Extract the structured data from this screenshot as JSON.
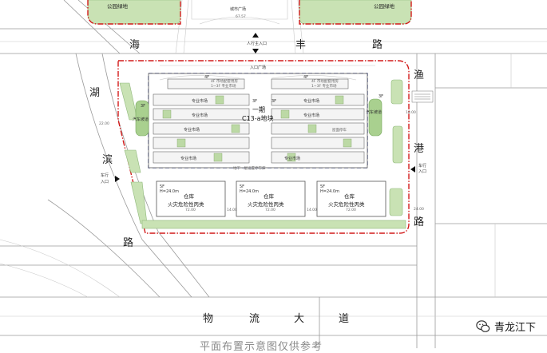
{
  "top": {
    "park_left": "公园绿地",
    "park_right": "公园绿地",
    "plaza": "城市广场",
    "plaza_dim": "67.57"
  },
  "roads": {
    "north": [
      "海",
      "丰",
      "路"
    ],
    "west": [
      "湖",
      "滨",
      "路"
    ],
    "east": [
      "渔",
      "港",
      "路"
    ],
    "south": [
      "物",
      "流",
      "大",
      "道"
    ]
  },
  "entrances": {
    "pedestrian_main": "人行主入口",
    "entry_plaza": "入口广场",
    "vehicle_west": [
      "车行",
      "入口"
    ],
    "vehicle_east": [
      "车行",
      "入口"
    ]
  },
  "site": {
    "block_title": "一期",
    "block_code": "C13-a地块",
    "floor_left": "3F",
    "floor_right": "3F",
    "floor_top_left": "4F",
    "floor_top_right": "4F",
    "note_top_left": [
      "4F  市场配套用房",
      "1~3F  专业市场"
    ],
    "note_top_right": [
      "4F  市场配套用房",
      "1~3F  专业市场"
    ],
    "market_label": "专业市场",
    "ramp_left": "汽车坡道",
    "ramp_right": "汽车坡道",
    "parking_note": "屋面停车",
    "underground_note": "地下一层设置停车库",
    "dims_side": [
      "22.00",
      "18.00"
    ]
  },
  "warehouses": [
    {
      "floors": "5F",
      "height": "H=24.0m",
      "name": "仓库",
      "class": "火灾危险性丙类",
      "dim": "72.00"
    },
    {
      "floors": "5F",
      "height": "H=24.0m",
      "name": "仓库",
      "class": "火灾危险性丙类",
      "dim": "72.00"
    },
    {
      "floors": "5F",
      "height": "H=24.0m",
      "name": "仓库",
      "class": "火灾危险性丙类",
      "dim": "72.00"
    }
  ],
  "warehouse_gaps": [
    "14.00",
    "14.00"
  ],
  "east_dim": "24.00",
  "caption": "平面布置示意图仅供参考",
  "watermark": "青龙江下",
  "colors": {
    "red_line": "#d21a1a",
    "blue_line": "#1b2b8c",
    "green": "#c9e2b4"
  }
}
